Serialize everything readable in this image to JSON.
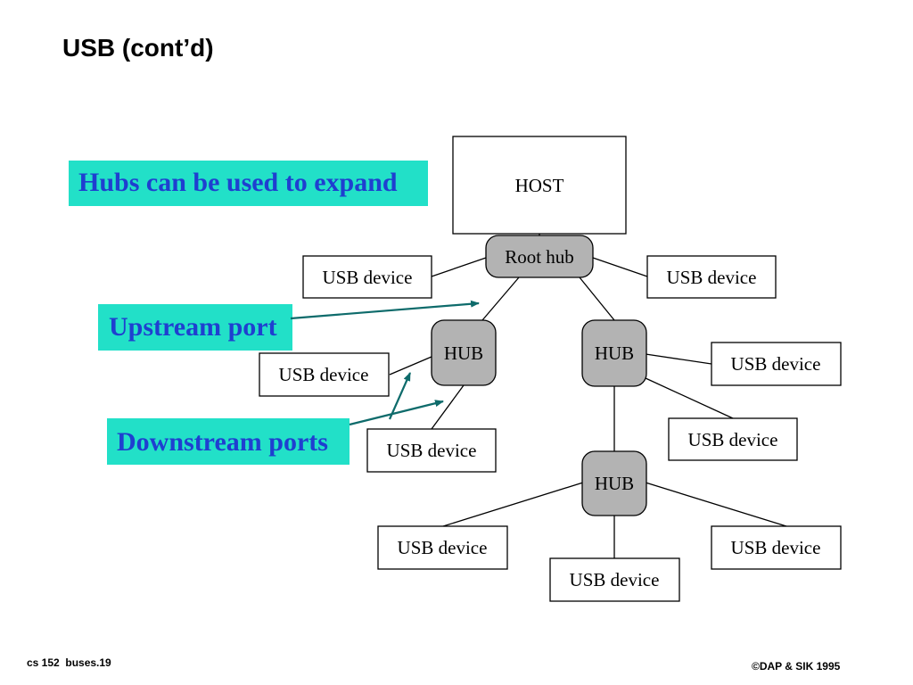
{
  "slide": {
    "title": "USB (cont’d)",
    "footer_left": "cs 152  buses.19",
    "footer_right": "©DAP & SIK 1995"
  },
  "callouts": {
    "expand": "Hubs can be used to expand",
    "upstream": "Upstream port",
    "downstream": "Downstream ports"
  },
  "colors": {
    "callout_bg": "#22e0c8",
    "callout_text": "#1f3fd0",
    "hub_fill": "#b3b3b3",
    "arrow": "#0e6b6b"
  },
  "diagram": {
    "host": "HOST",
    "root_hub": "Root hub",
    "hub_label": "HUB",
    "device_label": "USB device"
  }
}
